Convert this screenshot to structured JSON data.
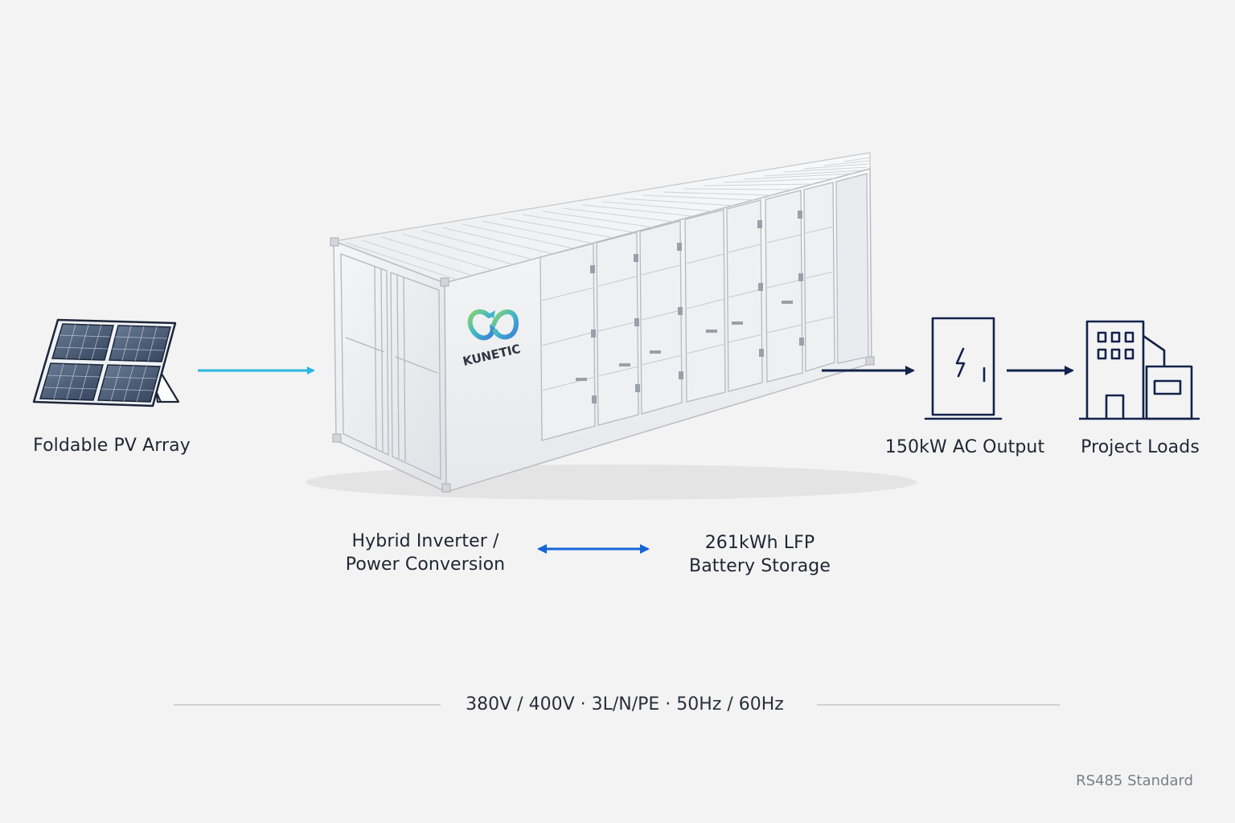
{
  "nodes": {
    "pv_array": {
      "label": "Foldable PV Array"
    },
    "container_brand": {
      "label": "KUNETIC"
    },
    "inverter": {
      "label_line1": "Hybrid Inverter /",
      "label_line2": "Power Conversion"
    },
    "battery": {
      "label_line1": "261kWh LFP",
      "label_line2": "Battery Storage"
    },
    "ac_output": {
      "label": "150kW AC Output"
    },
    "project_loads": {
      "label": "Project Loads"
    }
  },
  "spec_line": "380V / 400V · 3L/N/PE · 50Hz / 60Hz",
  "footer_note": "RS485 Standard",
  "colors": {
    "pv_arrow": "#29b6e0",
    "bidirectional_arrow": "#1565d8",
    "output_arrow": "#13224a",
    "icon_stroke": "#13224a",
    "background": "#f3f3f4"
  },
  "icons": {
    "pv": "solar-panel-icon",
    "inverter_cabinet": "electrical-cabinet-icon",
    "loads": "building-icon",
    "logo": "infinity-loop-logo"
  }
}
